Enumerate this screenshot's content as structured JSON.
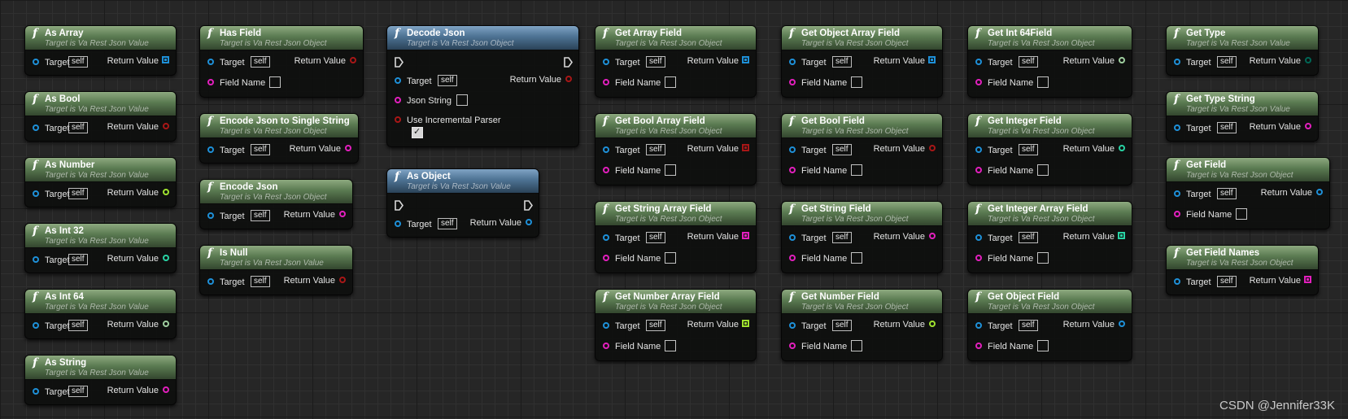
{
  "colors": {
    "object": "#1e90d8",
    "bool": "#a81717",
    "string": "#e21fbd",
    "float": "#9fe22f",
    "integer": "#28d2a3",
    "int64": "#9fcf9f",
    "byte": "#006655",
    "exec": "#d8d8d8"
  },
  "nodes": [
    {
      "title": "As Array",
      "subtitle": "Target is Va Rest Json Value",
      "left_pins": [
        {
          "label": "Target",
          "self": true
        }
      ],
      "right_pins": [
        {
          "label": "Return Value",
          "type": "object",
          "array": true
        }
      ]
    },
    {
      "title": "As Bool",
      "subtitle": "Target is Va Rest Json Value",
      "left_pins": [
        {
          "label": "Target",
          "self": true
        }
      ],
      "right_pins": [
        {
          "label": "Return Value",
          "type": "bool"
        }
      ]
    },
    {
      "title": "As Number",
      "subtitle": "Target is Va Rest Json Value",
      "left_pins": [
        {
          "label": "Target",
          "self": true
        }
      ],
      "right_pins": [
        {
          "label": "Return Value",
          "type": "float"
        }
      ]
    },
    {
      "title": "As Int 32",
      "subtitle": "Target is Va Rest Json Value",
      "left_pins": [
        {
          "label": "Target",
          "self": true
        }
      ],
      "right_pins": [
        {
          "label": "Return Value",
          "type": "integer"
        }
      ]
    },
    {
      "title": "As Int 64",
      "subtitle": "Target is Va Rest Json Value",
      "left_pins": [
        {
          "label": "Target",
          "self": true
        }
      ],
      "right_pins": [
        {
          "label": "Return Value",
          "type": "int64"
        }
      ]
    },
    {
      "title": "As String",
      "subtitle": "Target is Va Rest Json Value",
      "left_pins": [
        {
          "label": "Target",
          "self": true
        }
      ],
      "right_pins": [
        {
          "label": "Return Value",
          "type": "string"
        }
      ]
    },
    {
      "title": "Has Field",
      "subtitle": "Target is Va Rest Json Object",
      "left_pins": [
        {
          "label": "Target",
          "self": true
        },
        {
          "label": "Field Name",
          "type": "string",
          "box": true
        }
      ],
      "right_pins": [
        {
          "label": "Return Value",
          "type": "bool"
        }
      ]
    },
    {
      "title": "Encode Json to Single String",
      "subtitle": "Target is Va Rest Json Object",
      "left_pins": [
        {
          "label": "Target",
          "self": true
        }
      ],
      "right_pins": [
        {
          "label": "Return Value",
          "type": "string"
        }
      ]
    },
    {
      "title": "Encode Json",
      "subtitle": "Target is Va Rest Json Object",
      "left_pins": [
        {
          "label": "Target",
          "self": true
        }
      ],
      "right_pins": [
        {
          "label": "Return Value",
          "type": "string"
        }
      ]
    },
    {
      "title": "Is Null",
      "subtitle": "Target is Va Rest Json Value",
      "left_pins": [
        {
          "label": "Target",
          "self": true
        }
      ],
      "right_pins": [
        {
          "label": "Return Value",
          "type": "bool"
        }
      ]
    },
    {
      "title": "Decode Json",
      "subtitle": "Target is Va Rest Json Object",
      "exec": true,
      "left_pins": [
        {
          "label": "Target",
          "self": true
        },
        {
          "label": "Json String",
          "type": "string",
          "box": true
        },
        {
          "label": "Use Incremental Parser",
          "type": "bool",
          "checkbox": true
        }
      ],
      "right_pins": [
        {
          "label": "Return Value",
          "type": "bool"
        }
      ]
    },
    {
      "title": "As Object",
      "subtitle": "Target is Va Rest Json Value",
      "exec": true,
      "left_pins": [
        {
          "label": "Target",
          "self": true
        }
      ],
      "right_pins": [
        {
          "label": "Return Value",
          "type": "object"
        }
      ]
    },
    {
      "title": "Get Array Field",
      "subtitle": "Target is Va Rest Json Object",
      "left_pins": [
        {
          "label": "Target",
          "self": true
        },
        {
          "label": "Field Name",
          "type": "string",
          "box": true
        }
      ],
      "right_pins": [
        {
          "label": "Return Value",
          "type": "object",
          "array": true
        }
      ]
    },
    {
      "title": "Get Bool Array Field",
      "subtitle": "Target is Va Rest Json Object",
      "left_pins": [
        {
          "label": "Target",
          "self": true
        },
        {
          "label": "Field Name",
          "type": "string",
          "box": true
        }
      ],
      "right_pins": [
        {
          "label": "Return Value",
          "type": "bool",
          "array": true
        }
      ]
    },
    {
      "title": "Get String Array Field",
      "subtitle": "Target is Va Rest Json Object",
      "left_pins": [
        {
          "label": "Target",
          "self": true
        },
        {
          "label": "Field Name",
          "type": "string",
          "box": true
        }
      ],
      "right_pins": [
        {
          "label": "Return Value",
          "type": "string",
          "array": true
        }
      ]
    },
    {
      "title": "Get Number Array Field",
      "subtitle": "Target is Va Rest Json Object",
      "left_pins": [
        {
          "label": "Target",
          "self": true
        },
        {
          "label": "Field Name",
          "type": "string",
          "box": true
        }
      ],
      "right_pins": [
        {
          "label": "Return Value",
          "type": "float",
          "array": true
        }
      ]
    },
    {
      "title": "Get Object Array Field",
      "subtitle": "Target is Va Rest Json Object",
      "left_pins": [
        {
          "label": "Target",
          "self": true
        },
        {
          "label": "Field Name",
          "type": "string",
          "box": true
        }
      ],
      "right_pins": [
        {
          "label": "Return Value",
          "type": "object",
          "array": true
        }
      ]
    },
    {
      "title": "Get Bool Field",
      "subtitle": "Target is Va Rest Json Object",
      "left_pins": [
        {
          "label": "Target",
          "self": true
        },
        {
          "label": "Field Name",
          "type": "string",
          "box": true
        }
      ],
      "right_pins": [
        {
          "label": "Return Value",
          "type": "bool"
        }
      ]
    },
    {
      "title": "Get String Field",
      "subtitle": "Target is Va Rest Json Object",
      "left_pins": [
        {
          "label": "Target",
          "self": true
        },
        {
          "label": "Field Name",
          "type": "string",
          "box": true
        }
      ],
      "right_pins": [
        {
          "label": "Return Value",
          "type": "string"
        }
      ]
    },
    {
      "title": "Get Number Field",
      "subtitle": "Target is Va Rest Json Object",
      "left_pins": [
        {
          "label": "Target",
          "self": true
        },
        {
          "label": "Field Name",
          "type": "string",
          "box": true
        }
      ],
      "right_pins": [
        {
          "label": "Return Value",
          "type": "float"
        }
      ]
    },
    {
      "title": "Get Int 64Field",
      "subtitle": "Target is Va Rest Json Object",
      "left_pins": [
        {
          "label": "Target",
          "self": true
        },
        {
          "label": "Field Name",
          "type": "string",
          "box": true
        }
      ],
      "right_pins": [
        {
          "label": "Return Value",
          "type": "int64"
        }
      ]
    },
    {
      "title": "Get Integer Field",
      "subtitle": "Target is Va Rest Json Object",
      "left_pins": [
        {
          "label": "Target",
          "self": true
        },
        {
          "label": "Field Name",
          "type": "string",
          "box": true
        }
      ],
      "right_pins": [
        {
          "label": "Return Value",
          "type": "integer"
        }
      ]
    },
    {
      "title": "Get Integer Array Field",
      "subtitle": "Target is Va Rest Json Object",
      "left_pins": [
        {
          "label": "Target",
          "self": true
        },
        {
          "label": "Field Name",
          "type": "string",
          "box": true
        }
      ],
      "right_pins": [
        {
          "label": "Return Value",
          "type": "integer",
          "array": true
        }
      ]
    },
    {
      "title": "Get Object Field",
      "subtitle": "Target is Va Rest Json Object",
      "left_pins": [
        {
          "label": "Target",
          "self": true
        },
        {
          "label": "Field Name",
          "type": "string",
          "box": true
        }
      ],
      "right_pins": [
        {
          "label": "Return Value",
          "type": "object"
        }
      ]
    },
    {
      "title": "Get Type",
      "subtitle": "Target is Va Rest Json Value",
      "left_pins": [
        {
          "label": "Target",
          "self": true
        }
      ],
      "right_pins": [
        {
          "label": "Return Value",
          "type": "byte"
        }
      ]
    },
    {
      "title": "Get Type String",
      "subtitle": "Target is Va Rest Json Value",
      "left_pins": [
        {
          "label": "Target",
          "self": true
        }
      ],
      "right_pins": [
        {
          "label": "Return Value",
          "type": "string"
        }
      ]
    },
    {
      "title": "Get Field",
      "subtitle": "Target is Va Rest Json Object",
      "left_pins": [
        {
          "label": "Target",
          "self": true
        },
        {
          "label": "Field Name",
          "type": "string",
          "box": true
        }
      ],
      "right_pins": [
        {
          "label": "Return Value",
          "type": "object"
        }
      ]
    },
    {
      "title": "Get Field Names",
      "subtitle": "Target is Va Rest Json Object",
      "left_pins": [
        {
          "label": "Target",
          "self": true
        }
      ],
      "right_pins": [
        {
          "label": "Return Value",
          "type": "string",
          "array": true
        }
      ]
    }
  ],
  "self_label": "self",
  "watermark": "CSDN @Jennifer33K"
}
